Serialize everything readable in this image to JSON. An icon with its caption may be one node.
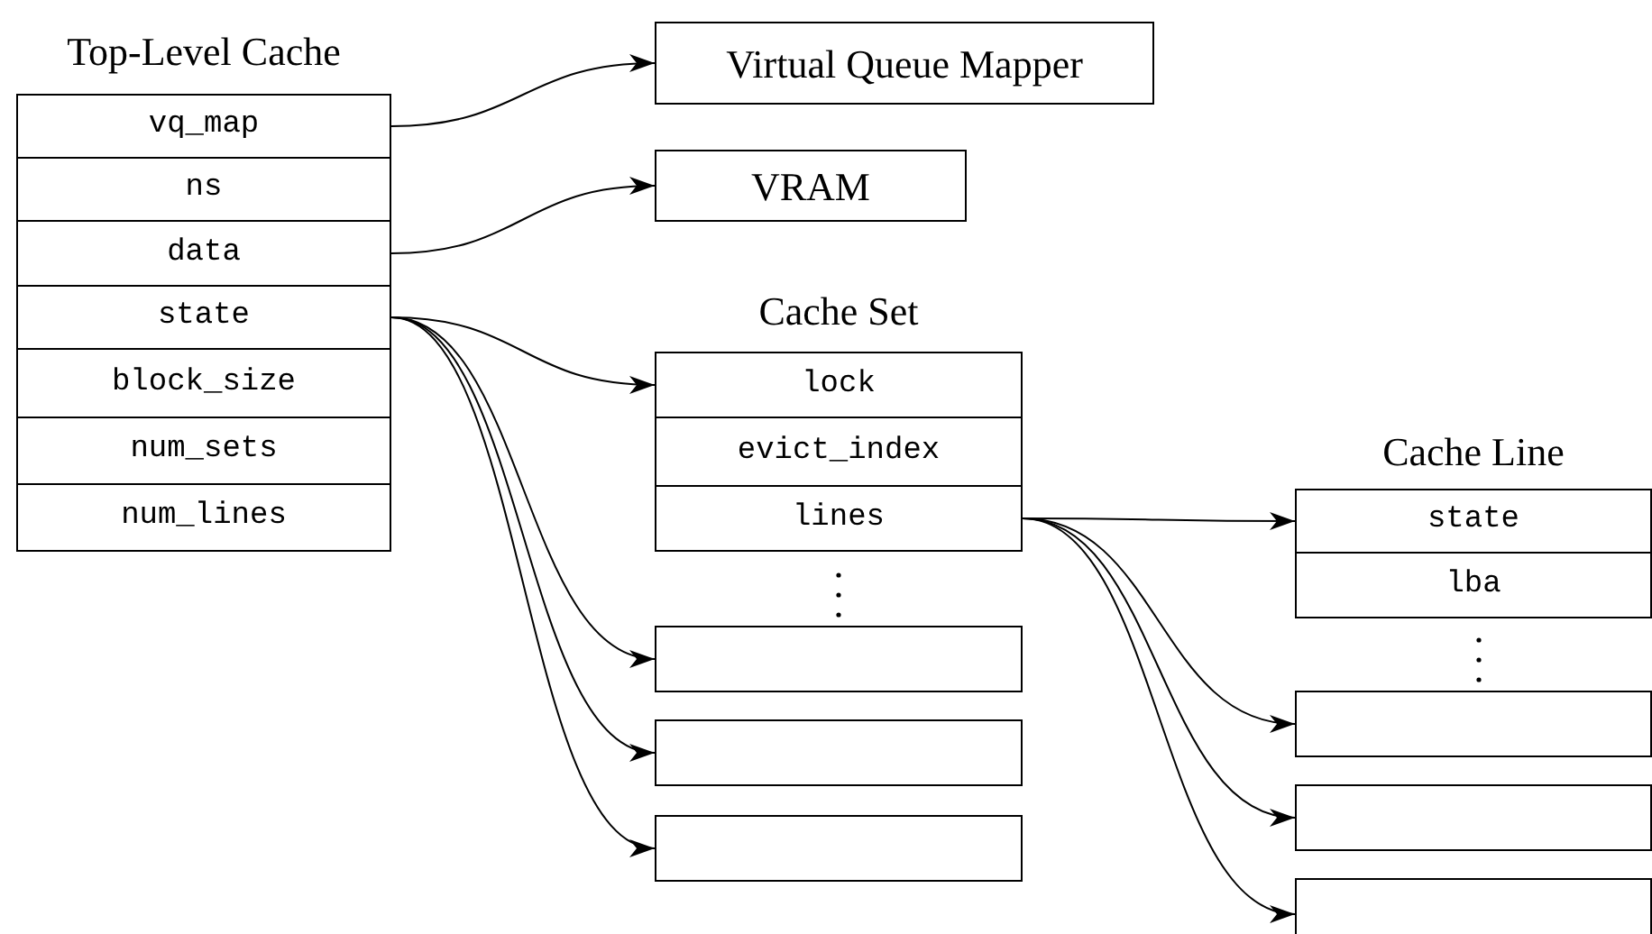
{
  "diagram": {
    "nodes": [
      {
        "text": [
          "Top-Level Cache"
        ]
      },
      {
        "text": [
          "vq_map"
        ],
        "in": 0
      },
      {
        "text": [
          "ns"
        ],
        "in": 0
      },
      {
        "text": [
          "data"
        ],
        "in": 0
      },
      {
        "text": [
          "state"
        ],
        "in": 0
      },
      {
        "text": [
          "block_size"
        ],
        "in": 0
      },
      {
        "text": [
          "num_sets"
        ],
        "in": 0
      },
      {
        "text": [
          "num_lines"
        ],
        "in": 0
      },
      {
        "text": [
          "Virtual Queue Mapper"
        ]
      },
      {
        "text": [
          "VRAM"
        ]
      },
      {
        "text": [
          "Cache Set"
        ]
      },
      {
        "text": [
          "lock"
        ],
        "in": 10
      },
      {
        "text": [
          "evict_index"
        ],
        "in": 10
      },
      {
        "text": [
          "lines"
        ],
        "in": 10
      },
      {
        "text": [],
        "shape": "box"
      },
      {
        "text": [],
        "shape": "box"
      },
      {
        "text": [],
        "shape": "box"
      },
      {
        "text": [
          "Cache Line"
        ]
      },
      {
        "text": [
          "state"
        ],
        "in": 17
      },
      {
        "text": [
          "lba"
        ],
        "in": 17
      },
      {
        "text": [],
        "shape": "box"
      },
      {
        "text": [],
        "shape": "box"
      },
      {
        "text": [],
        "shape": "box"
      }
    ],
    "edges": [
      {
        "from": 1,
        "to": 8,
        "arrow": "to"
      },
      {
        "from": 3,
        "to": 9,
        "arrow": "to"
      },
      {
        "from": 4,
        "to": 11,
        "arrow": "to"
      },
      {
        "from": 4,
        "to": 14,
        "arrow": "to"
      },
      {
        "from": 4,
        "to": 15,
        "arrow": "to"
      },
      {
        "from": 4,
        "to": 16,
        "arrow": "to"
      },
      {
        "from": 13,
        "to": 18,
        "arrow": "to"
      },
      {
        "from": 13,
        "to": 20,
        "arrow": "to"
      },
      {
        "from": 13,
        "to": 21,
        "arrow": "to"
      },
      {
        "from": 13,
        "to": 22,
        "arrow": "to"
      }
    ]
  }
}
